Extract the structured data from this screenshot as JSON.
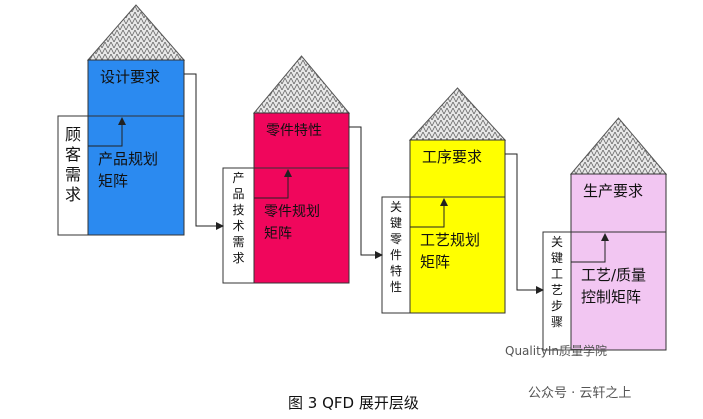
{
  "houses": [
    {
      "top_label": "设计要求",
      "matrix_label": [
        "产品规划",
        "矩阵"
      ],
      "left_label": [
        "顾",
        "客",
        "需",
        "求"
      ],
      "color": "#2b8af0"
    },
    {
      "top_label": "零件特性",
      "matrix_label": [
        "零件规划",
        "矩阵"
      ],
      "left_label": [
        "产",
        "品",
        "技",
        "术",
        "需",
        "求"
      ],
      "color": "#f0065c"
    },
    {
      "top_label": "工序要求",
      "matrix_label": [
        "工艺规划",
        "矩阵"
      ],
      "left_label": [
        "关",
        "键",
        "零",
        "件",
        "特",
        "性"
      ],
      "color": "#ffff00"
    },
    {
      "top_label": "生产要求",
      "matrix_label": [
        "工艺/质量",
        "控制矩阵"
      ],
      "left_label": [
        "关",
        "键",
        "工",
        "艺",
        "步",
        "骤"
      ],
      "color": "#f2c6f2"
    }
  ],
  "caption": "图  3 QFD 展开层级",
  "watermark_1": "QualityIn质量学院",
  "watermark_2": "公众号 · 云轩之上"
}
